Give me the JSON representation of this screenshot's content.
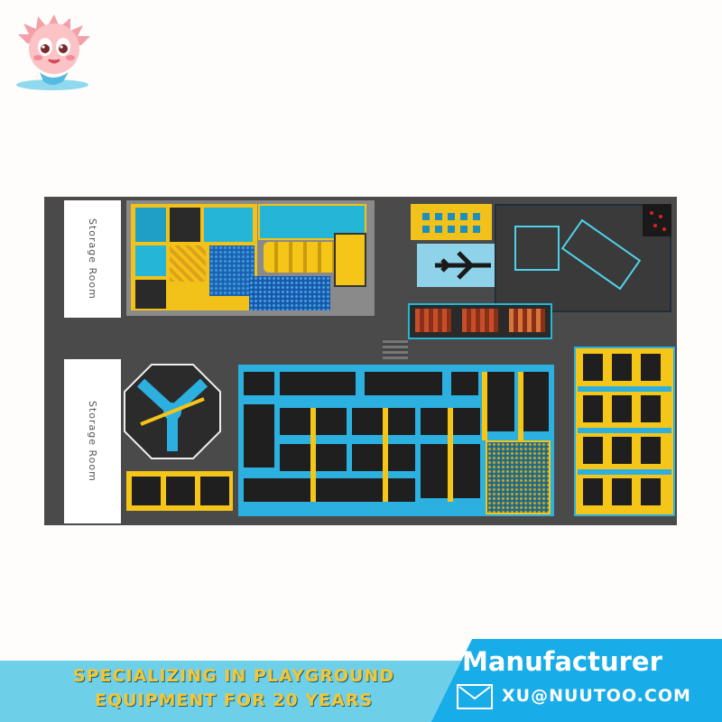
{
  "rooms": {
    "top_label": "Storage Room",
    "bottom_label": "Storage Room"
  },
  "banner": {
    "slogan_line1": "SPECIALIZING IN PLAYGROUND",
    "slogan_line2": "EQUIPMENT FOR 20 YEARS",
    "title": "Manufacturer",
    "email": "XU@NUUTOO.COM"
  },
  "icons": {
    "mascot": "mascot-icon",
    "mail": "mail-icon"
  },
  "colors": {
    "floor": "#4a4a4a",
    "trampoline": "#1f1f1f",
    "pad_blue": "#2bb0e0",
    "pad_yellow": "#f5c518",
    "banner_light": "#6dd0e8",
    "banner_dark": "#18ace8",
    "slogan": "#f7c531"
  }
}
